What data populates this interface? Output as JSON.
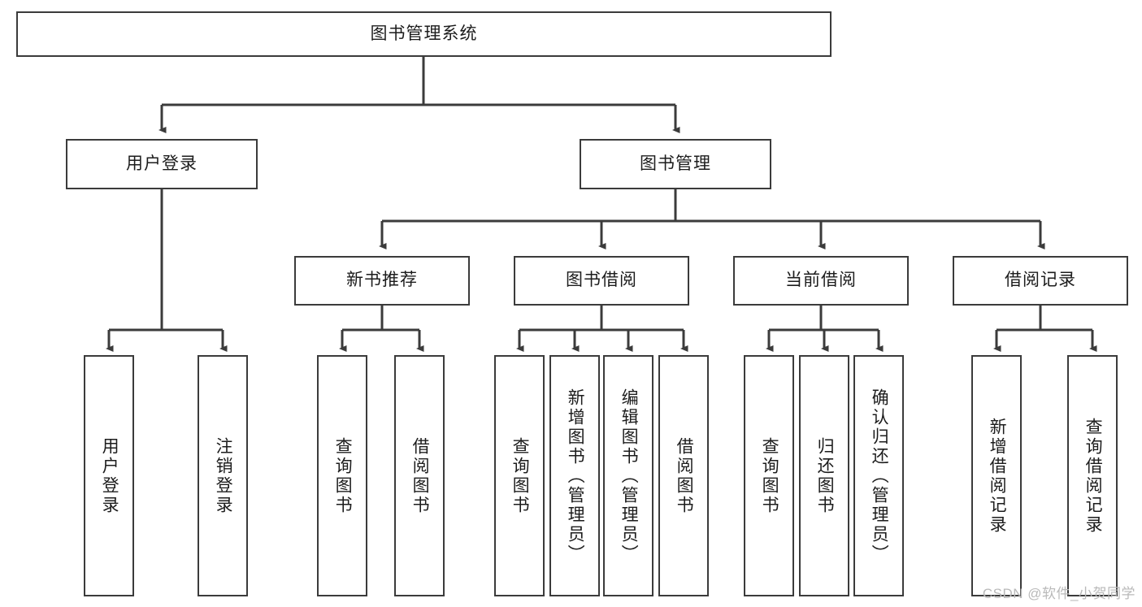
{
  "diagram": {
    "title_node": {
      "label": "图书管理系统"
    },
    "level2": [
      {
        "id": "user-login",
        "label": "用户登录"
      },
      {
        "id": "book-management",
        "label": "图书管理"
      }
    ],
    "level3": [
      {
        "id": "new-book-recommend",
        "label": "新书推荐"
      },
      {
        "id": "book-borrow",
        "label": "图书借阅"
      },
      {
        "id": "current-borrow",
        "label": "当前借阅"
      },
      {
        "id": "borrow-record",
        "label": "借阅记录"
      }
    ],
    "leaves": {
      "user_login": [
        {
          "id": "leaf-user-login",
          "label": "用户登录"
        },
        {
          "id": "leaf-logout-login",
          "label": "注销登录"
        }
      ],
      "new_book_recommend": [
        {
          "id": "leaf-query-book-1",
          "label": "查询图书"
        },
        {
          "id": "leaf-borrow-book-1",
          "label": "借阅图书"
        }
      ],
      "book_borrow": [
        {
          "id": "leaf-query-book-2",
          "label": "查询图书"
        },
        {
          "id": "leaf-add-book",
          "label": "新增图书（管理员）"
        },
        {
          "id": "leaf-edit-book",
          "label": "编辑图书（管理员）"
        },
        {
          "id": "leaf-borrow-book-2",
          "label": "借阅图书"
        }
      ],
      "current_borrow": [
        {
          "id": "leaf-query-book-3",
          "label": "查询图书"
        },
        {
          "id": "leaf-return-book",
          "label": "归还图书"
        },
        {
          "id": "leaf-confirm-return",
          "label": "确认归还（管理员）"
        }
      ],
      "borrow_record": [
        {
          "id": "leaf-add-borrow-record",
          "label": "新增借阅记录"
        },
        {
          "id": "leaf-query-borrow-record",
          "label": "查询借阅记录"
        }
      ]
    }
  },
  "watermark": {
    "text": "CSDN @软件_小贺同学"
  },
  "colors": {
    "stroke": "#3b3b3b",
    "background": "#ffffff",
    "text": "#1c1c1c",
    "watermark": "#b9b9b9"
  }
}
